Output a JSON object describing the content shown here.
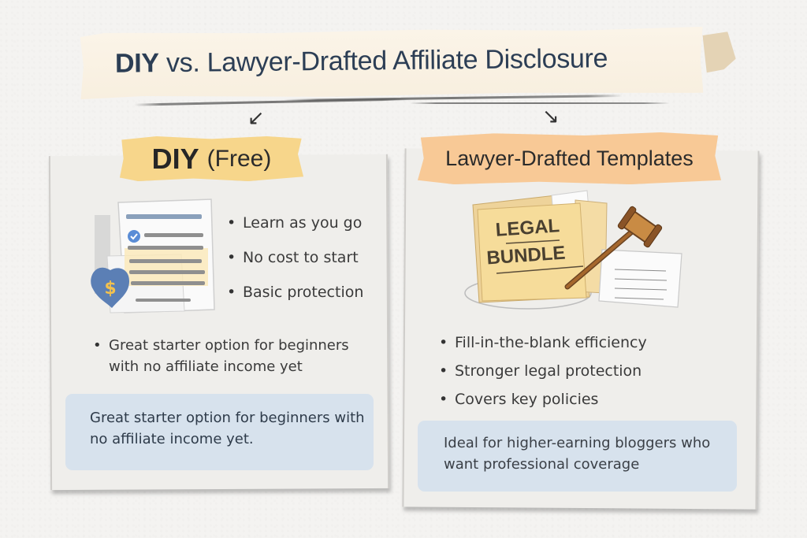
{
  "title": {
    "bold": "DIY",
    "rest": "vs. Lawyer-Drafted Affiliate Disclosure"
  },
  "diy": {
    "label_strong": "DIY",
    "label_light": "(Free)",
    "illustration": "document-checklist-with-dollar-shield-icon",
    "bullets": [
      "Learn as you go",
      "No cost to start",
      "Basic protection"
    ],
    "note_bullet": "Great starter option for beginners with no affiliate income yet",
    "callout": "Great starter option for beginners with no affiliate income yet."
  },
  "lawyer": {
    "label": "Lawyer-Drafted Templates",
    "illustration": "legal-bundle-folder-with-gavel-icon",
    "folder_text_line1": "LEGAL",
    "folder_text_line2": "BUNDLE",
    "bullets": [
      "Fill-in-the-blank efficiency",
      "Stronger legal protection",
      "Covers key policies"
    ],
    "callout": "Ideal for higher-earning bloggers who want professional coverage"
  },
  "colors": {
    "title_text": "#2c3e55",
    "diy_tape": "#f7d68b",
    "lawyer_tape": "#f8c996",
    "callout_bg": "#d7e2ed",
    "shield_blue": "#5b7fb5",
    "dollar_gold": "#f2c14e",
    "folder_yellow": "#f6dc9a",
    "gavel_brown": "#a5672d"
  }
}
